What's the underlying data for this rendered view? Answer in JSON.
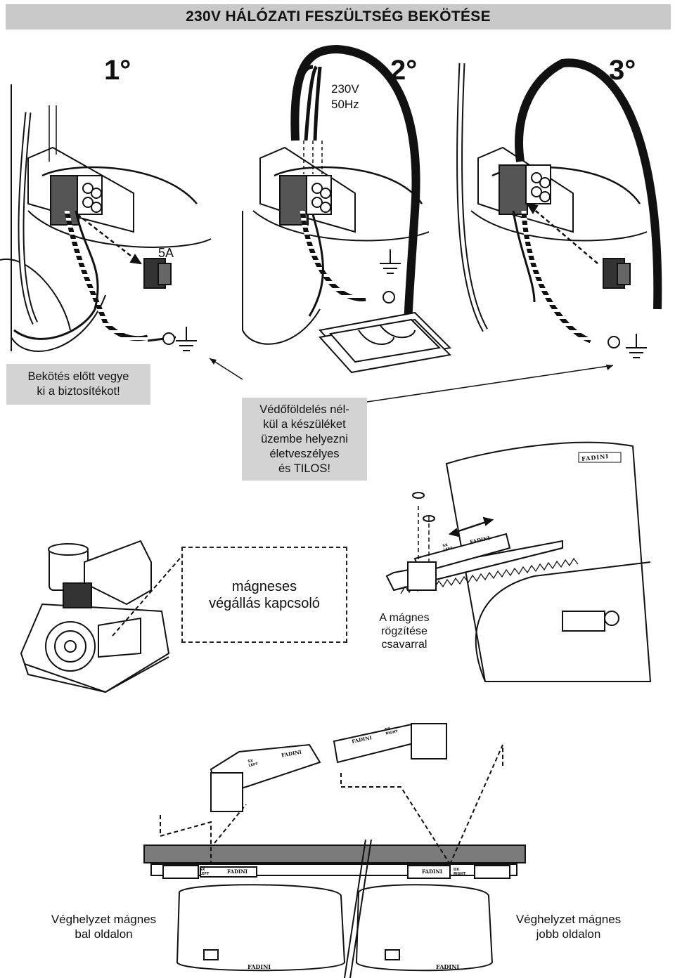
{
  "title": "230V HÁLÓZATI FESZÜLTSÉG BEKÖTÉSE",
  "steps": {
    "s1": "1°",
    "s2": "2°",
    "s3": "3°"
  },
  "power": {
    "voltage": "230V",
    "freq": "50Hz"
  },
  "fuse": "5A",
  "warnings": {
    "fuse_line1": "Bekötés előtt vegye",
    "fuse_line2": "ki a biztosítékot!",
    "ground_line1": "Védőföldelés nél-",
    "ground_line2": "kül a készüléket",
    "ground_line3": "üzembe helyezni",
    "ground_line4": "életveszélyes",
    "ground_line5": "és TILOS!"
  },
  "limit_switch": {
    "line1": "mágneses",
    "line2": "végállás kapcsoló"
  },
  "magnet_fix": {
    "line1": "A mágnes",
    "line2": "rögzítése",
    "line3": "csavarral"
  },
  "left_magnet": {
    "line1": "Véghelyzet mágnes",
    "line2": "bal oldalon"
  },
  "right_magnet": {
    "line1": "Véghelyzet mágnes",
    "line2": "jobb oldalon"
  },
  "brand": "FADINI",
  "magnet_marks": {
    "left": "LEFT",
    "right": "RIGHT",
    "sx": "SX",
    "dx": "DX"
  }
}
